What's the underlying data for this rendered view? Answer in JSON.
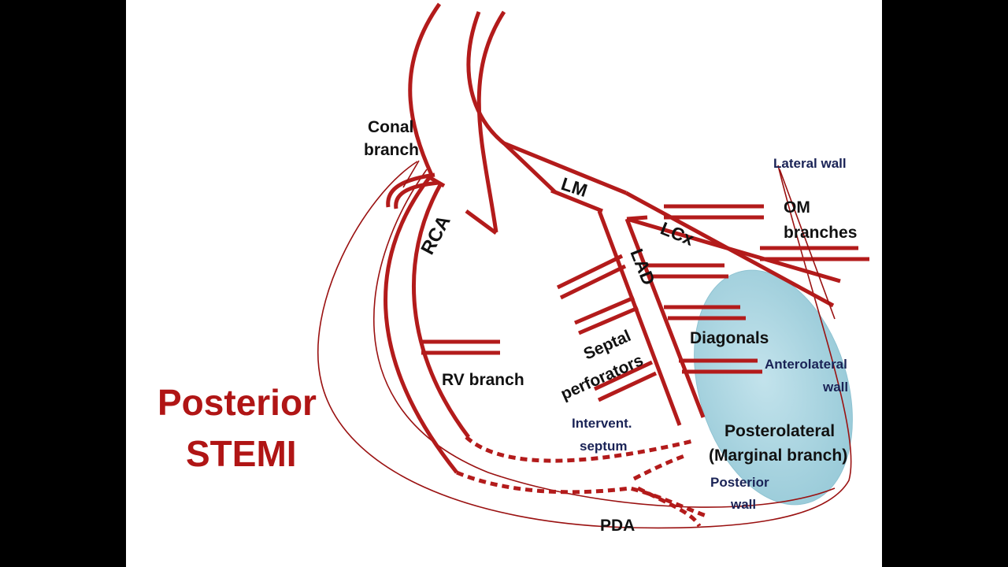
{
  "title": {
    "line1": "Posterior",
    "line2": "STEMI"
  },
  "vessels": {
    "rca": "RCA",
    "lm": "LM",
    "lcx": "LCx",
    "lad": "LAD"
  },
  "labels": {
    "conal_line1": "Conal",
    "conal_line2": "branch",
    "rv_branch": "RV branch",
    "septal_line1": "Septal",
    "septal_line2": "perforators",
    "om_line1": "OM",
    "om_line2": "branches",
    "diagonals": "Diagonals",
    "posterolateral_line1": "Posterolateral",
    "posterolateral_line2": "(Marginal branch)",
    "pda": "PDA"
  },
  "walls": {
    "lateral": "Lateral wall",
    "anterolateral_line1": "Anterolateral",
    "anterolateral_line2": "wall",
    "septum_line1": "Intervent.",
    "septum_line2": "septum",
    "posterior_line1": "Posterior",
    "posterior_line2": "wall"
  },
  "colors": {
    "vessel": "#b31b1b",
    "title": "#b01515",
    "wall_label": "#1a2356",
    "infarct_zone": "#a8d4e0"
  }
}
